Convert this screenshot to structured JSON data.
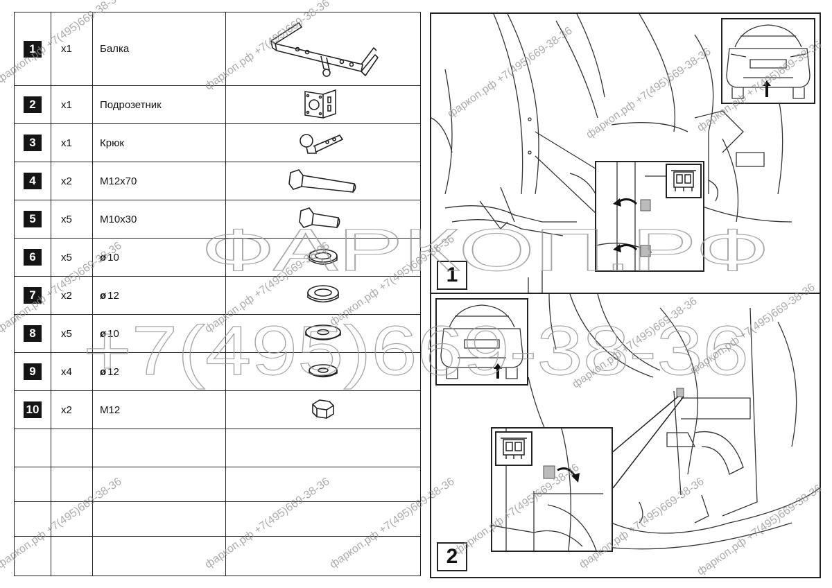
{
  "parts": [
    {
      "num": "1",
      "qty": "x1",
      "name": "Балка",
      "diam": "",
      "icon": "tow-bar-beam-icon"
    },
    {
      "num": "2",
      "qty": "x1",
      "name": "Подрозетник",
      "diam": "",
      "icon": "socket-bracket-icon"
    },
    {
      "num": "3",
      "qty": "x1",
      "name": "Крюк",
      "diam": "",
      "icon": "tow-ball-hook-icon"
    },
    {
      "num": "4",
      "qty": "x2",
      "name": "M12x70",
      "diam": "",
      "icon": "long-bolt-icon"
    },
    {
      "num": "5",
      "qty": "x5",
      "name": "M10x30",
      "diam": "",
      "icon": "short-bolt-icon"
    },
    {
      "num": "6",
      "qty": "x5",
      "name": "10",
      "diam": "ø",
      "icon": "spring-washer-small-icon"
    },
    {
      "num": "7",
      "qty": "x2",
      "name": "12",
      "diam": "ø",
      "icon": "spring-washer-large-icon"
    },
    {
      "num": "8",
      "qty": "x5",
      "name": "10",
      "diam": "ø",
      "icon": "flat-washer-large-icon"
    },
    {
      "num": "9",
      "qty": "x4",
      "name": "12",
      "diam": "ø",
      "icon": "flat-washer-small-icon"
    },
    {
      "num": "10",
      "qty": "x2",
      "name": "M12",
      "diam": "",
      "icon": "hex-nut-icon"
    }
  ],
  "steps": {
    "step1": "1",
    "step2": "2"
  },
  "watermark": {
    "brand": "ФАРКОП.РФ",
    "phone_big": "+7(495)669-38-36",
    "small": "фаркоп.рф +7(495)669-38-36"
  },
  "colors": {
    "badge_bg": "#151515",
    "line": "#222222",
    "watermark": "#9a9a9a"
  }
}
